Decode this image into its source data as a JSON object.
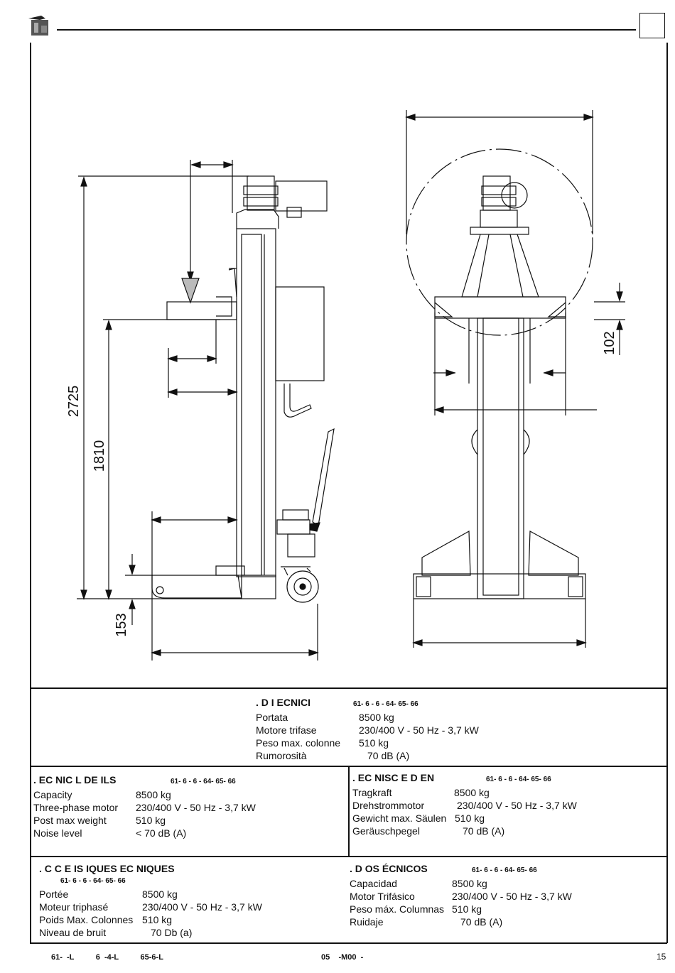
{
  "drawing": {
    "dim_2725": "2725",
    "dim_1810": "1810",
    "dim_153": "153",
    "dim_102": "102"
  },
  "it": {
    "header": ". D   I  ECNICI",
    "models": "61-     6 -     6 -     64-     65-     66",
    "rows": [
      {
        "label": "Portata",
        "value": "8500  kg"
      },
      {
        "label": "Motore trifase",
        "value": "230/400 V - 50 Hz - 3,7 kW"
      },
      {
        "label": "Peso max. colonne",
        "value": "510 kg"
      },
      {
        "label": "Rumorosità",
        "value": "70 dB (A)"
      }
    ]
  },
  "en": {
    "header": ".  EC  NIC  L DE    ILS",
    "models": "61-     6 -     6 -     64-     65-     66",
    "rows": [
      {
        "label": "Capacity",
        "value": "8500  kg"
      },
      {
        "label": "Three-phase motor",
        "value": "230/400 V - 50 Hz - 3,7 kW"
      },
      {
        "label": "Post max weight",
        "value": "510 kg"
      },
      {
        "label": "Noise level",
        "value": "< 70 dB (A)"
      }
    ]
  },
  "de": {
    "header": ".  EC  NISC  E D    EN",
    "models": "61-     6 -     6 -     64-     65-     66",
    "rows": [
      {
        "label": "Tragkraft",
        "value": "8500  kg"
      },
      {
        "label": "Drehstrommotor",
        "value": "230/400 V - 50 Hz - 3,7 kW"
      },
      {
        "label": "Gewicht max.  Säulen",
        "value": "510 kg"
      },
      {
        "label": "Geräuschpegel",
        "value": "70 dB (A)"
      }
    ]
  },
  "fr": {
    "header": ". C      C  E  IS  IQUES  EC  NIQUES",
    "models": "61-     6 -     6 -     64-     65-     66",
    "rows": [
      {
        "label": "Portée",
        "value": "8500  kg"
      },
      {
        "label": "Moteur triphasé",
        "value": "230/400 V - 50 Hz - 3,7 kW"
      },
      {
        "label": "Poids Max. Colonnes",
        "value": "510 kg"
      },
      {
        "label": "Niveau de bruit",
        "value": "70 Db (a)"
      }
    ]
  },
  "es": {
    "header": ". D    OS  ÉCNICOS",
    "models": "61-     6 -     6 -     64-     65-     66",
    "rows": [
      {
        "label": "Capacidad",
        "value": "8500  kg"
      },
      {
        "label": "Motor Trifásico",
        "value": "230/400 V - 50 Hz - 3,7 kW"
      },
      {
        "label": "Peso máx. Columnas",
        "value": "510 kg"
      },
      {
        "label": "Ruidaje",
        "value": "70 dB (A)"
      }
    ]
  },
  "footer": {
    "models": "61-  -L          6  -4-L          65-6-L",
    "code": "05    -M00  -",
    "page": "15"
  }
}
